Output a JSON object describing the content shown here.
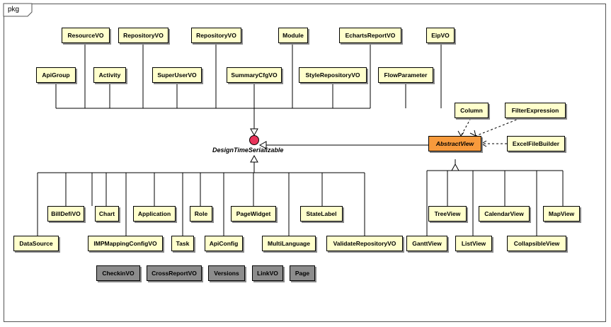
{
  "frame": {
    "label": "pkg"
  },
  "interface": {
    "name": "DesignTimeSerializable"
  },
  "abstract_view": {
    "name": "AbstractView"
  },
  "top_row1": [
    "ResourceVO",
    "RepositoryVO",
    "RepositoryVO",
    "Module",
    "EchartsReportVO",
    "EipVO"
  ],
  "top_row2": [
    "ApiGroup",
    "Activity",
    "SuperUserVO",
    "SummaryCfgVO",
    "StyleRepositoryVO",
    "FlowParameter"
  ],
  "bottom_row1": [
    "BillDefiVO",
    "Chart",
    "Application",
    "Role",
    "PageWidget",
    "StateLabel"
  ],
  "bottom_row2": [
    "DataSource",
    "IMPMappingConfigVO",
    "Task",
    "ApiConfig",
    "MultiLanguage",
    "ValidateRepositoryVO"
  ],
  "dependencies": [
    "Column",
    "FilterExpression",
    "ExcelFileBuilder"
  ],
  "views_row1": [
    "TreeView",
    "CalendarView",
    "MapView"
  ],
  "views_row2": [
    "GanttView",
    "ListView",
    "CollapsibleView"
  ],
  "gray_classes": [
    "CheckinVO",
    "CrossReportVO",
    "Versions",
    "LinkVO",
    "Page"
  ]
}
